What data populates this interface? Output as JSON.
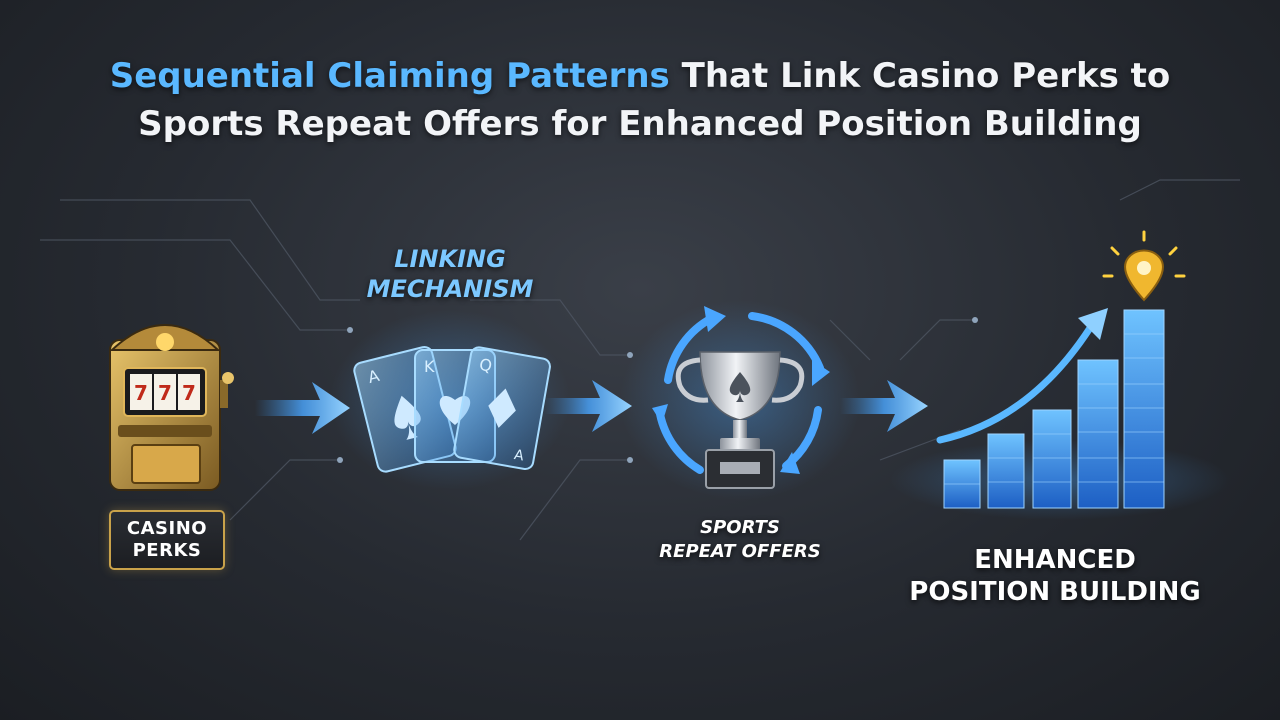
{
  "title": {
    "accent": "Sequential Claiming Patterns",
    "line1_rest": " That Link Casino Perks to",
    "line2": "Sports Repeat Offers for Enhanced Position Building"
  },
  "steps": {
    "casino": {
      "line1": "CASINO",
      "line2": "PERKS",
      "icon": "slot-machine-icon"
    },
    "linking": {
      "line1": "LINKING",
      "line2": "MECHANISM",
      "icon": "playing-cards-icon"
    },
    "sports": {
      "line1": "SPORTS",
      "line2": "REPEAT OFFERS",
      "icon": "trophy-icon"
    },
    "enhanced": {
      "line1": "ENHANCED",
      "line2": "POSITION BUILDING",
      "icon": "growth-chart-icon"
    }
  },
  "colors": {
    "accent_blue": "#5ab8ff",
    "gold": "#c9a24a",
    "background": "#262a31"
  }
}
